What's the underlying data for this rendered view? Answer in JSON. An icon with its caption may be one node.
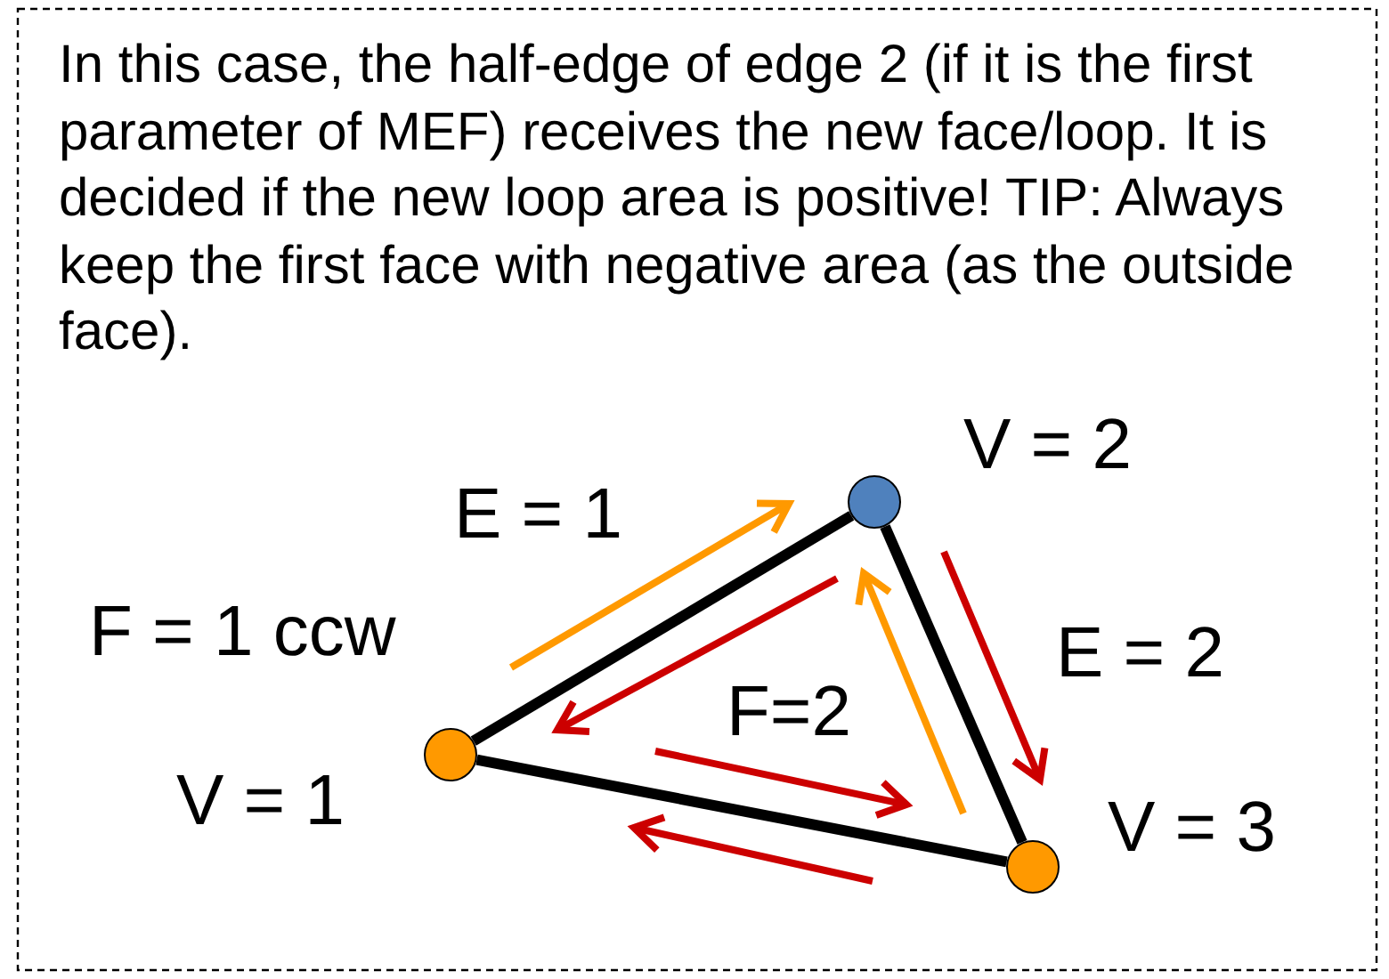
{
  "diagram": {
    "nodes": [
      {
        "text": [],
        "shape": "circle",
        "beside": [
          "V = 1"
        ]
      },
      {
        "text": [],
        "shape": "circle",
        "beside": [
          "V = 2"
        ]
      },
      {
        "text": [],
        "shape": "circle",
        "beside": [
          "V = 3"
        ]
      }
    ],
    "edges": [
      {
        "from": 0,
        "to": 1,
        "arrow": "none",
        "label": "E = 1"
      },
      {
        "from": 1,
        "to": 2,
        "arrow": "none",
        "label": "E = 2"
      },
      {
        "from": 2,
        "to": 0,
        "arrow": "none"
      }
    ],
    "labels": [
      "In this case, the half-edge of edge 2 (if it is the first parameter of MEF) receives the new face/loop. It is decided if the new loop area is positive! TIP: Always keep the first face with negative area (as the outside face).",
      "F = 1 ccw",
      "F=2"
    ]
  }
}
